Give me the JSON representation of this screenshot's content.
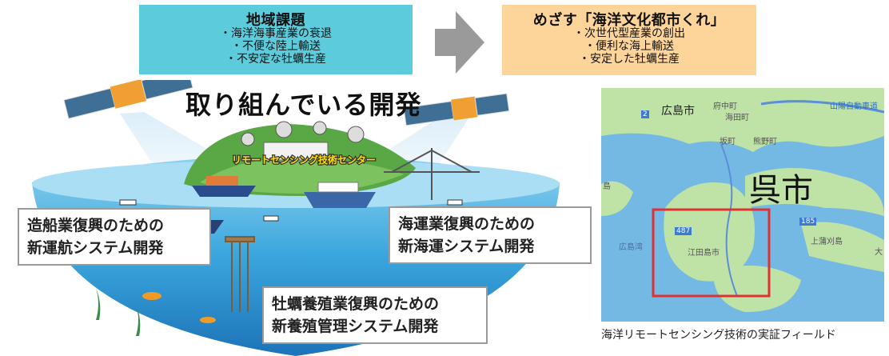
{
  "issue_box": {
    "title": "地域課題",
    "items": [
      "・海洋海事産業の衰退",
      "・不便な陸上輸送",
      "・不安定な牡蠣生産"
    ]
  },
  "goal_box": {
    "title": "めざす「海洋文化都市くれ」",
    "items": [
      "・次世代型産業の創出",
      "・便利な海上輸送",
      "・安定した牡蠣生産"
    ]
  },
  "main_title": "取り組んでいる開発",
  "center_label": "リモートセンシング技術センター",
  "labels": {
    "shipbuilding": [
      "造船業復興のための",
      "新運航システム開発"
    ],
    "shipping": [
      "海運業復興のための",
      "新海運システム開発"
    ],
    "oyster": [
      "牡蠣養殖業復興のための",
      "新養殖管理システム開発"
    ]
  },
  "map": {
    "city_main": "呉市",
    "hiroshima": "広島市",
    "fuchu": "府中町",
    "kaita": "海田町",
    "saka": "坂町",
    "kumano": "熊野町",
    "etajima": "江田島市",
    "kamikamagari": "上蒲刈島",
    "road_487": "487",
    "road_185": "185",
    "road_2": "2",
    "highway": "山陽自動車道",
    "left_edge": "島",
    "hiroshima_bay": "広島湾",
    "right_edge": "大"
  },
  "caption": "海洋リモートセンシング技術の実証フィールド",
  "colors": {
    "issue_bg": "#5ccbdb",
    "goal_bg": "#fdd59b",
    "arrow": "#9a9a9a",
    "highlight_rect": "#e03131",
    "sea": "#74b9e3",
    "land": "#bfe3a6"
  }
}
